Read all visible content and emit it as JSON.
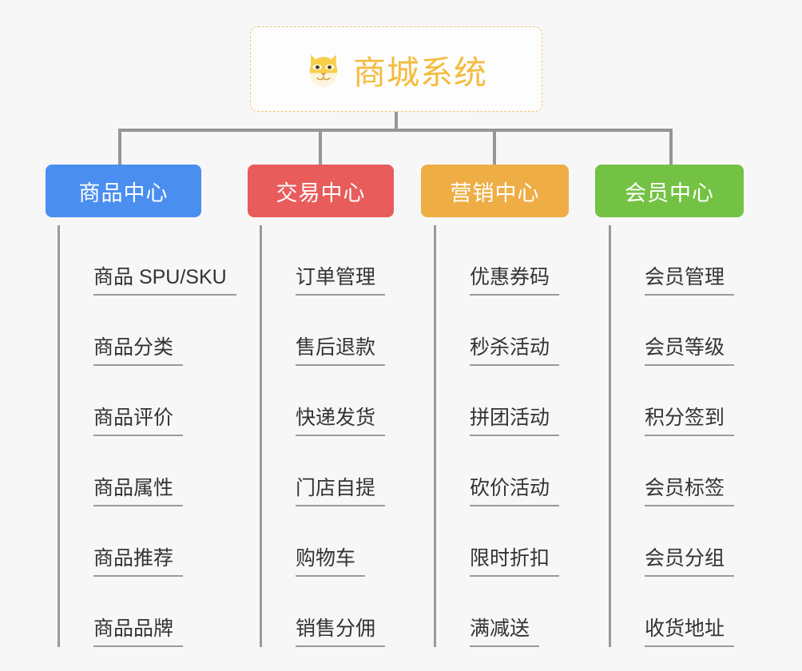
{
  "root": {
    "title": "商城系统",
    "icon": "shiba-dog-face-icon",
    "border_color": "#f0c674",
    "text_color": "#f5bb3d",
    "background": "#fdfdfd"
  },
  "canvas": {
    "background": "#f7f7f7",
    "connector_color": "#969696"
  },
  "branches": [
    {
      "label": "商品中心",
      "color": "#4a8ef0",
      "leaves": [
        "商品 SPU/SKU",
        "商品分类",
        "商品评价",
        "商品属性",
        "商品推荐",
        "商品品牌"
      ]
    },
    {
      "label": "交易中心",
      "color": "#e85c5c",
      "leaves": [
        "订单管理",
        "售后退款",
        "快递发货",
        "门店自提",
        "购物车",
        "销售分佣"
      ]
    },
    {
      "label": "营销中心",
      "color": "#eeae45",
      "leaves": [
        "优惠券码",
        "秒杀活动",
        "拼团活动",
        "砍价活动",
        "限时折扣",
        "满减送"
      ]
    },
    {
      "label": "会员中心",
      "color": "#74c244",
      "leaves": [
        "会员管理",
        "会员等级",
        "积分签到",
        "会员标签",
        "会员分组",
        "收货地址"
      ]
    }
  ]
}
